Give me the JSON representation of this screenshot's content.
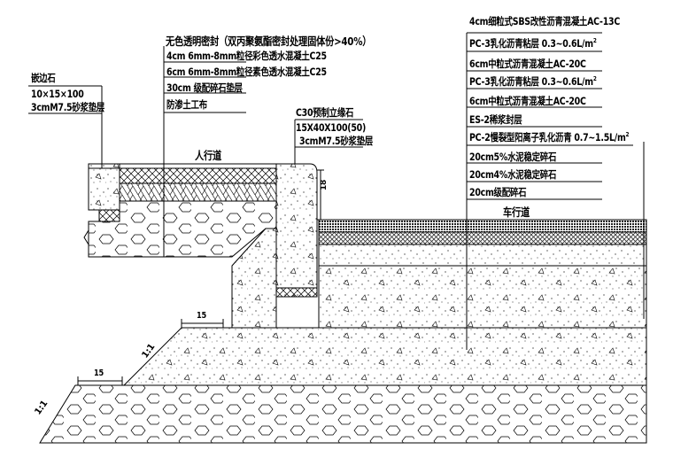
{
  "sidewalk": {
    "edge_stone_title": "嵌边石",
    "edge_stone_size": "10×15×100",
    "edge_stone_bed": "3cmM7.5砂浆垫层",
    "seal": "无色透明密封（双丙聚氨酯密封处理固体份>40%）",
    "layers": [
      "4cm 6mm-8mm粒径彩色透水混凝土C25",
      "6cm 6mm-8mm粒径素色透水混凝土C25",
      "30cm 级配碎石垫层",
      "防渗土工布"
    ],
    "label": "人行道"
  },
  "curb": {
    "title": "C30预制立缘石",
    "size": "15X40X100(50)",
    "bed": "3cmM7.5砂浆垫层",
    "dim": "18"
  },
  "roadway": {
    "layers": [
      "4cm细粒式SBS改性沥青混凝土AC-13C",
      "PC-3乳化沥青粘层  0.3~0.6L/m",
      "6cm中粒式沥青混凝土AC-20C",
      "PC-3乳化沥青粘层  0.3~0.6L/m",
      "6cm中粒式沥青混凝土AC-20C",
      "ES-2稀浆封层",
      "PC-2慢裂型阳离子乳化沥青 0.7~1.5L/m",
      "20cm5%水泥稳定碎石",
      "20cm4%水泥稳定碎石",
      "20cm级配碎石"
    ],
    "superscript": "2",
    "label": "车行道"
  },
  "dims": {
    "step1": "15",
    "step2": "15",
    "slope1": "1:1",
    "slope2": "1:1"
  }
}
